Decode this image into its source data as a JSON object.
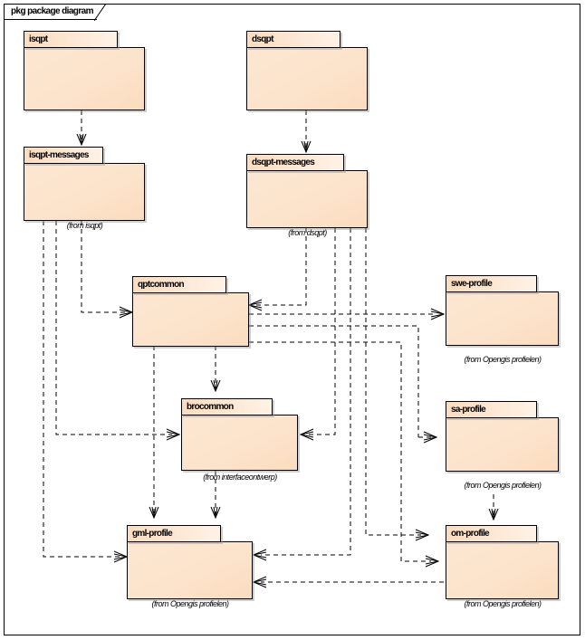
{
  "diagram": {
    "frame_label": "pkg package diagram",
    "kind": "uml-package-diagram",
    "colors": {
      "package_fill": "#fde7d2",
      "package_header": "#fbdcbe",
      "outline": "#000000",
      "background": "#ffffff"
    }
  },
  "packages": [
    {
      "id": "isqpt",
      "name": "isqpt",
      "from": ""
    },
    {
      "id": "dsqpt",
      "name": "dsqpt",
      "from": ""
    },
    {
      "id": "isqpt-messages",
      "name": "isqpt-messages",
      "from": "(from isqpt)"
    },
    {
      "id": "dsqpt-messages",
      "name": "dsqpt-messages",
      "from": "(from dsqpt)"
    },
    {
      "id": "qptcommon",
      "name": "qptcommon",
      "from": ""
    },
    {
      "id": "swe-profile",
      "name": "swe-profile",
      "from": "(from Opengis profielen)"
    },
    {
      "id": "brocommon",
      "name": "brocommon",
      "from": "(from interfaceontwerp)"
    },
    {
      "id": "sa-profile",
      "name": "sa-profile",
      "from": "(from Opengis profielen)"
    },
    {
      "id": "gml-profile",
      "name": "gml-profile",
      "from": "(from Opengis profielen)"
    },
    {
      "id": "om-profile",
      "name": "om-profile",
      "from": "(from Opengis profielen)"
    }
  ],
  "dependencies": [
    {
      "source": "isqpt",
      "target": "isqpt-messages"
    },
    {
      "source": "dsqpt",
      "target": "dsqpt-messages"
    },
    {
      "source": "isqpt-messages",
      "target": "qptcommon"
    },
    {
      "source": "isqpt-messages",
      "target": "brocommon"
    },
    {
      "source": "isqpt-messages",
      "target": "gml-profile"
    },
    {
      "source": "dsqpt-messages",
      "target": "qptcommon"
    },
    {
      "source": "dsqpt-messages",
      "target": "brocommon"
    },
    {
      "source": "dsqpt-messages",
      "target": "gml-profile"
    },
    {
      "source": "dsqpt-messages",
      "target": "om-profile"
    },
    {
      "source": "qptcommon",
      "target": "brocommon"
    },
    {
      "source": "qptcommon",
      "target": "gml-profile"
    },
    {
      "source": "qptcommon",
      "target": "swe-profile"
    },
    {
      "source": "qptcommon",
      "target": "sa-profile"
    },
    {
      "source": "qptcommon",
      "target": "om-profile"
    },
    {
      "source": "brocommon",
      "target": "gml-profile"
    },
    {
      "source": "om-profile",
      "target": "gml-profile"
    }
  ]
}
